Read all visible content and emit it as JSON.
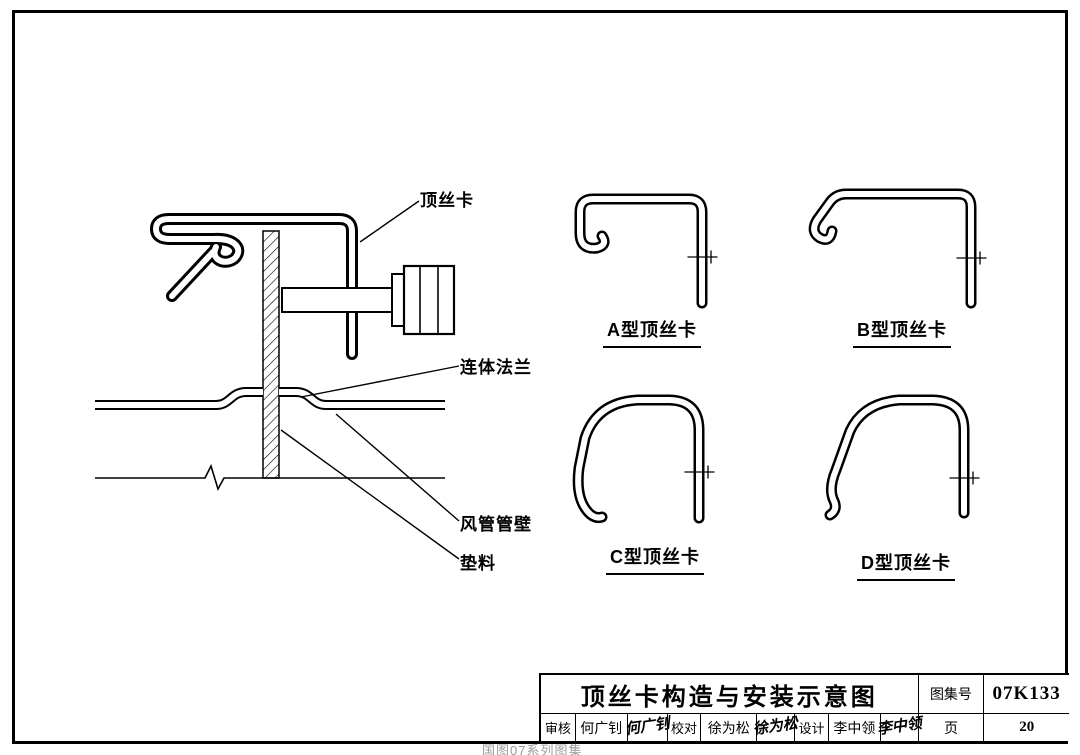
{
  "sheet": {
    "watermark": "国图07系列图集"
  },
  "detail": {
    "labels": {
      "clamp": "顶丝卡",
      "flange": "连体法兰",
      "duct_wall": "风管管壁",
      "gasket": "垫料"
    }
  },
  "types": [
    {
      "label": "A型顶丝卡"
    },
    {
      "label": "B型顶丝卡"
    },
    {
      "label": "C型顶丝卡"
    },
    {
      "label": "D型顶丝卡"
    }
  ],
  "title_block": {
    "title": "顶丝卡构造与安装示意图",
    "atlas_no_label": "图集号",
    "atlas_no": "07K133",
    "page_label": "页",
    "page_no": "20",
    "fields": [
      {
        "label": "审核",
        "name": "何广钊",
        "signature": "何广钊"
      },
      {
        "label": "校对",
        "name": "徐为松",
        "signature": "徐为松"
      },
      {
        "label": "设计",
        "name": "李中领",
        "signature": "李中领"
      }
    ]
  }
}
